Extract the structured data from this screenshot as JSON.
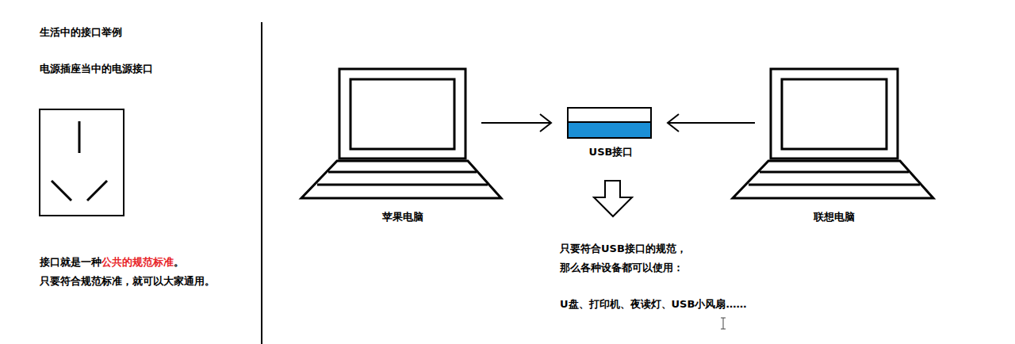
{
  "diagram": {
    "title": "生活中的接口举例",
    "nodes": [
      {
        "text": [
          "苹果电脑"
        ]
      },
      {
        "text": [
          "USB接口"
        ]
      },
      {
        "text": [
          "联想电脑"
        ]
      }
    ],
    "edges": [
      {
        "from": 0,
        "to": 1,
        "arrow": "to"
      },
      {
        "from": 2,
        "to": 1,
        "arrow": "to"
      }
    ],
    "labels": [
      "电源插座当中的电源接口",
      "接口就是一种",
      "公共的规范标准",
      "。",
      "只要符合规范标准，就可以大家通用。",
      "只要符合USB接口的规范，",
      "那么各种设备都可以使用：",
      "U盘、打印机、夜读灯、USB小风扇……"
    ]
  }
}
